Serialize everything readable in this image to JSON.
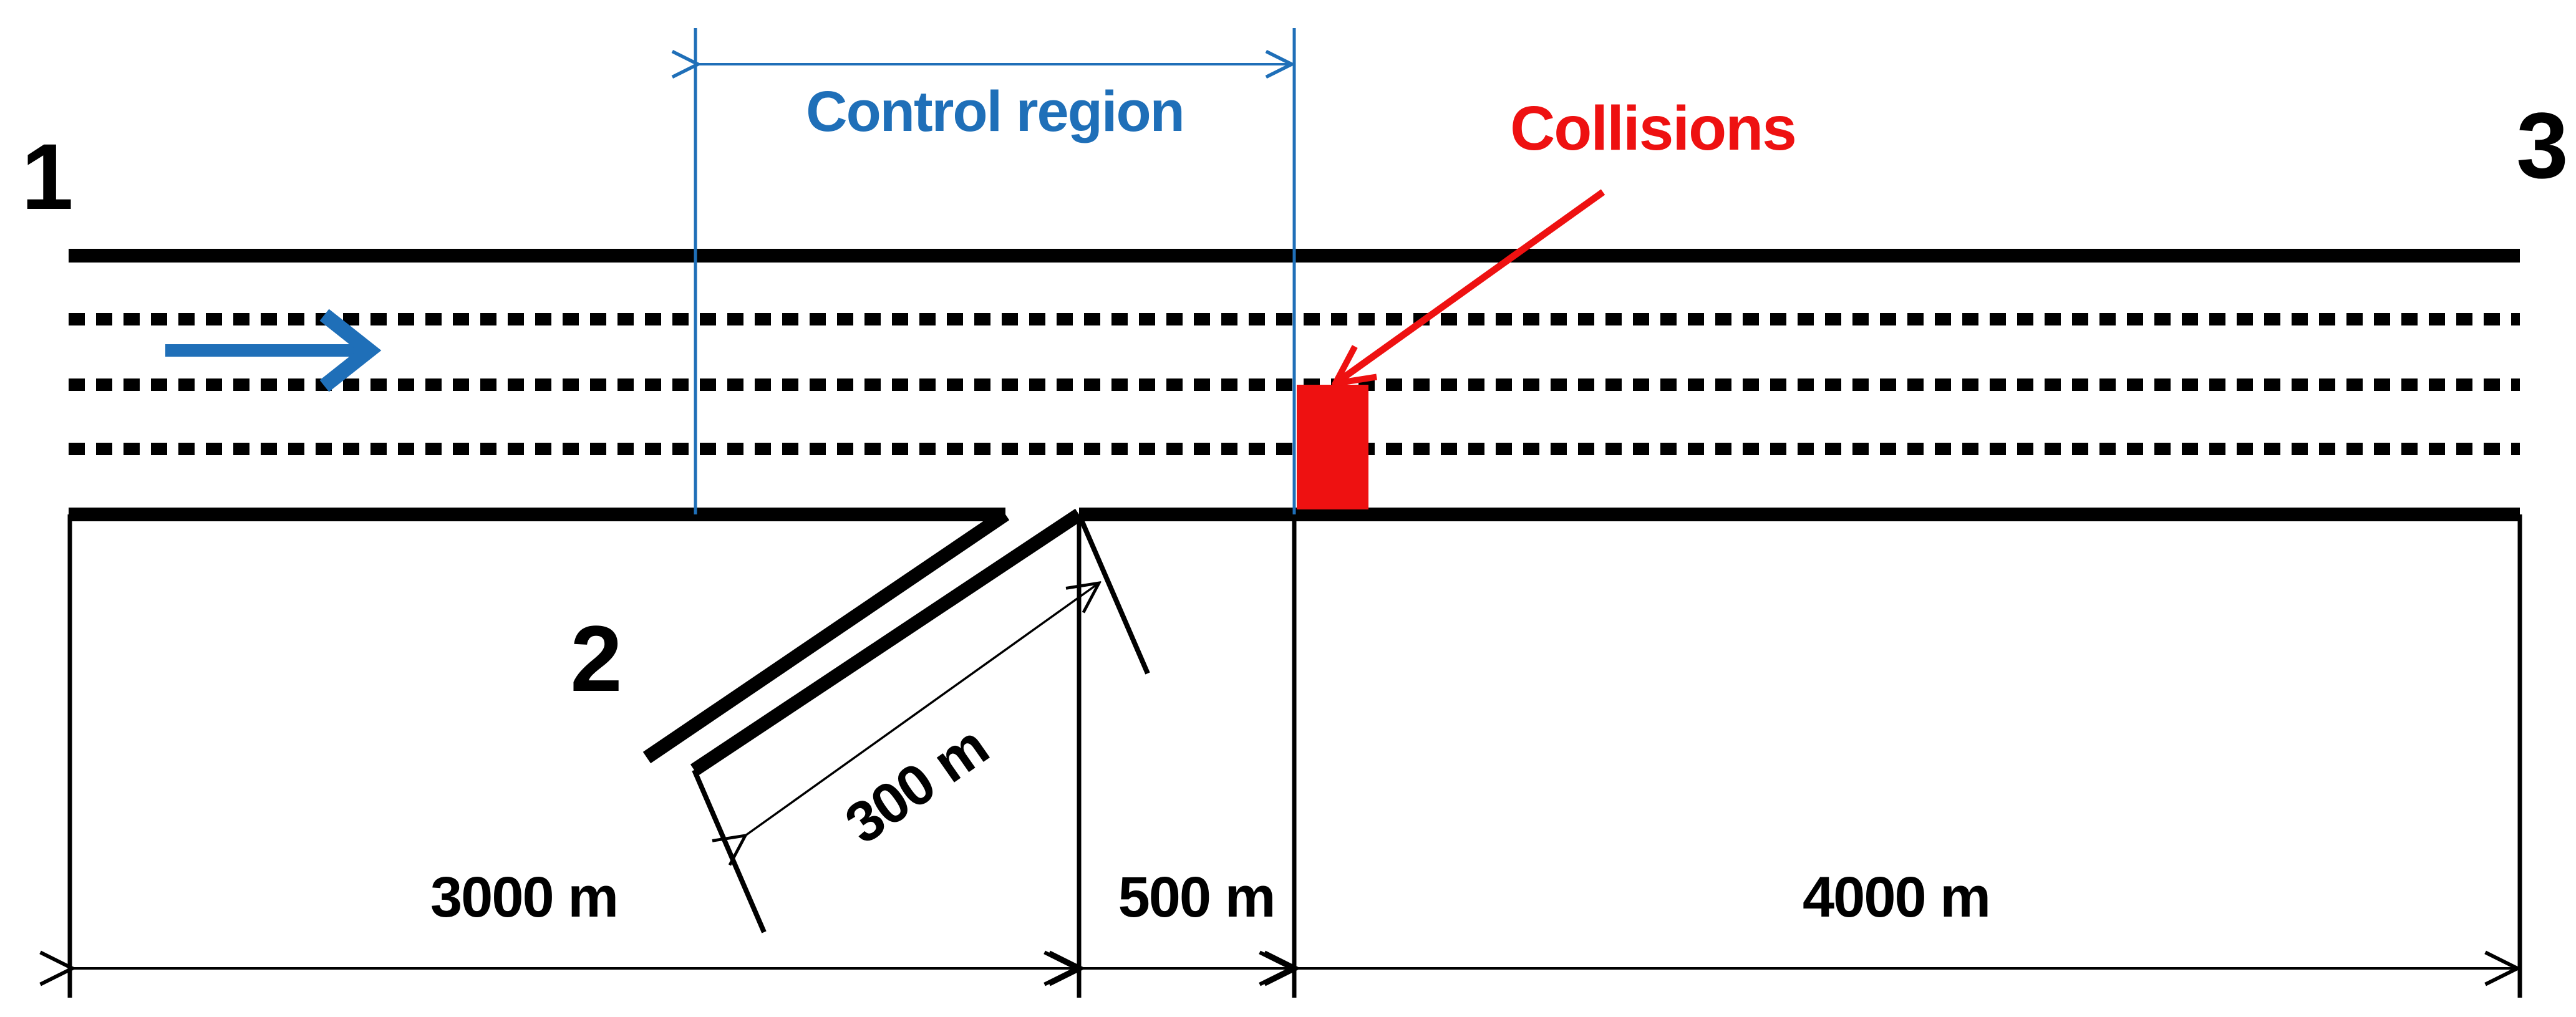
{
  "colors": {
    "road": "#000000",
    "control": "#1f6fb8",
    "collision": "#ee1111",
    "background": "#ffffff"
  },
  "nodes": {
    "upstream": "1",
    "on_ramp": "2",
    "downstream": "3"
  },
  "control_region": {
    "label": "Control region"
  },
  "collisions": {
    "label": "Collisions"
  },
  "dimensions": {
    "upstream_length": "3000 m",
    "merge_length": "500 m",
    "downstream_length": "4000 m",
    "ramp_length": "300 m"
  },
  "traffic_direction_icon": "arrow-right-icon"
}
